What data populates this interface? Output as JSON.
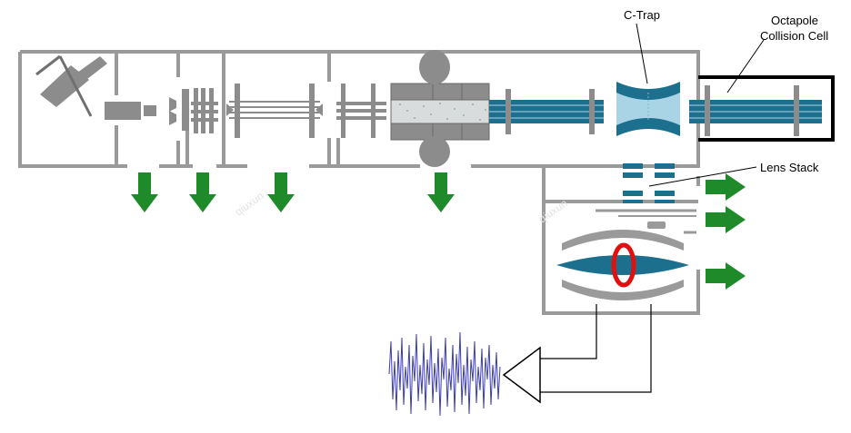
{
  "labels": {
    "c_trap": "C-Trap",
    "octapole_line1": "Octapole",
    "octapole_line2": "Collision Cell",
    "lens_stack": "Lens Stack"
  },
  "watermark": "qiuxun",
  "colors": {
    "chamber_wall": "#9a9a9a",
    "chamber_fill": "#ffffff",
    "component_gray": "#8c8c8c",
    "ion_teal": "#1d6f8e",
    "ion_light": "#a9d4e6",
    "pump_arrow_green": "#1e8a2a",
    "orbit_red": "#e01010",
    "signal_trace": "#3b3bb8",
    "outline_black": "#000000"
  },
  "icons": {
    "pump_arrow": "down-arrow-icon",
    "exit_arrow": "right-arrow-icon",
    "amplifier": "triangle-amplifier-icon"
  }
}
